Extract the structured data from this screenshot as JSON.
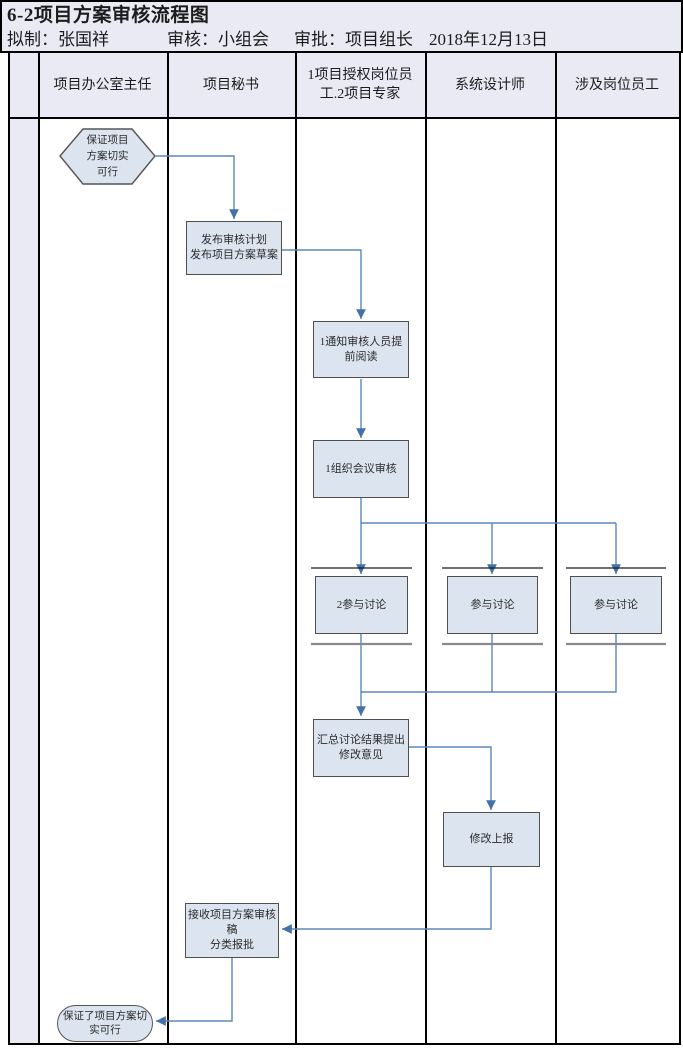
{
  "header": {
    "title": "6-2项目方案审核流程图",
    "meta": {
      "drafted": "拟制：张国祥",
      "reviewed": "审核：小组会",
      "approved": "审批：项目组长",
      "date": "2018年12月13日"
    }
  },
  "lanes": [
    {
      "label": "项目办公室主任"
    },
    {
      "label": "项目秘书"
    },
    {
      "label": "1项目授权岗位员\n工.2项目专家"
    },
    {
      "label": "系统设计师"
    },
    {
      "label": "涉及岗位员工"
    }
  ],
  "nodes": {
    "start": {
      "type": "hexagon",
      "label": "保证项目\n方案切实\n可行"
    },
    "publish": {
      "type": "process",
      "label": "发布审核计划\n发布项目方案草案"
    },
    "notify": {
      "type": "process",
      "label": "1通知审核人员提\n前阅读"
    },
    "organize": {
      "type": "process",
      "label": "1组织会议审核"
    },
    "discuss1": {
      "type": "process",
      "label": "2参与讨论"
    },
    "discuss2": {
      "type": "process",
      "label": "参与讨论"
    },
    "discuss3": {
      "type": "process",
      "label": "参与讨论"
    },
    "summarize": {
      "type": "process",
      "label": "汇总讨论结果提出\n修改意见"
    },
    "revise": {
      "type": "process",
      "label": "修改上报"
    },
    "receive": {
      "type": "process",
      "label": "接收项目方案审核\n稿\n分类报批"
    },
    "end": {
      "type": "terminator",
      "label": "保证了项目方案切\n实可行"
    }
  },
  "colors": {
    "band_background": "#e9eaf4",
    "shape_fill": "#dce4f0",
    "shape_border": "#4f4f4f",
    "connector": "#5b87bb",
    "arrowhead": "#4472a8",
    "frame": "#000000"
  }
}
